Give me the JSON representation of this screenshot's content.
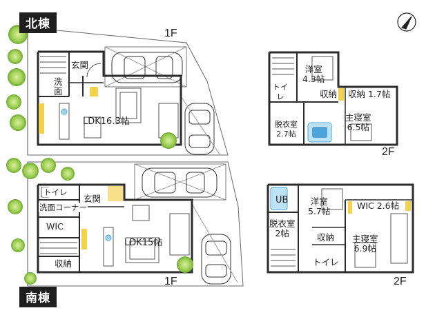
{
  "north": {
    "tag": "北棟",
    "floor1": {
      "label": "1F",
      "genkan": "玄関",
      "senmen": "洗\n面",
      "ldk": "LDK16.3帖"
    },
    "floor2": {
      "label": "2F",
      "youshitsu": "洋室\n4.3帖",
      "toilet": "トイ\nレ",
      "shuno1": "収納",
      "shuno2": "収納 1.7帖",
      "datsui": "脱衣室\n2.7帖",
      "shushin": "主寝室\n6.5帖"
    }
  },
  "south": {
    "tag": "南棟",
    "floor1": {
      "label": "1F",
      "toilet": "トイレ",
      "senmen_corner": "洗面コーナー",
      "genkan": "玄関",
      "wic": "WIC",
      "shuno": "収納",
      "ldk": "LDK15帖"
    },
    "floor2": {
      "label": "2F",
      "ub": "UB",
      "youshitsu": "洋室\n5.7帖",
      "wic": "WIC 2.6帖",
      "datsui": "脱衣室\n2帖",
      "shuno": "収納",
      "shushin": "主寝室\n6.9帖",
      "toilet": "トイレ"
    }
  },
  "compass_icon": "north-arrow-icon",
  "colors": {
    "wall": "#2b2b2b",
    "accent_yellow": "#f2d24b",
    "tree_green": "#8fc64a",
    "bath_blue": "#4fa3d8",
    "line": "#555555"
  }
}
